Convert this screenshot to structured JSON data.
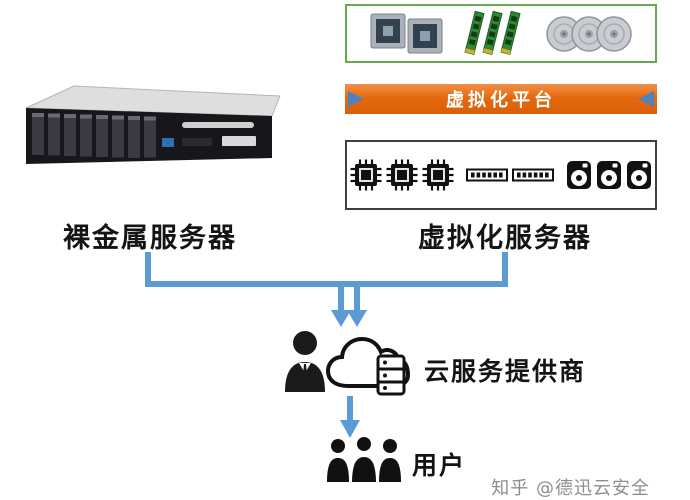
{
  "diagram": {
    "bare_metal_label": "裸金属服务器",
    "virtualized_label": "虚拟化服务器",
    "platform_banner": "虚拟化平台",
    "cloud_provider_label": "云服务提供商",
    "users_label": "用户",
    "watermark": "知乎 @德迅云安全"
  },
  "colors": {
    "connector_blue": "#5b9bd5",
    "banner_orange": "#e56a0e",
    "hardware_box_border": "#6aa84f",
    "virtual_box_border": "#3f3f3f",
    "ram_green": "#2e8a33",
    "text_dark": "#141414",
    "watermark_gray": "#8e8e8e"
  }
}
